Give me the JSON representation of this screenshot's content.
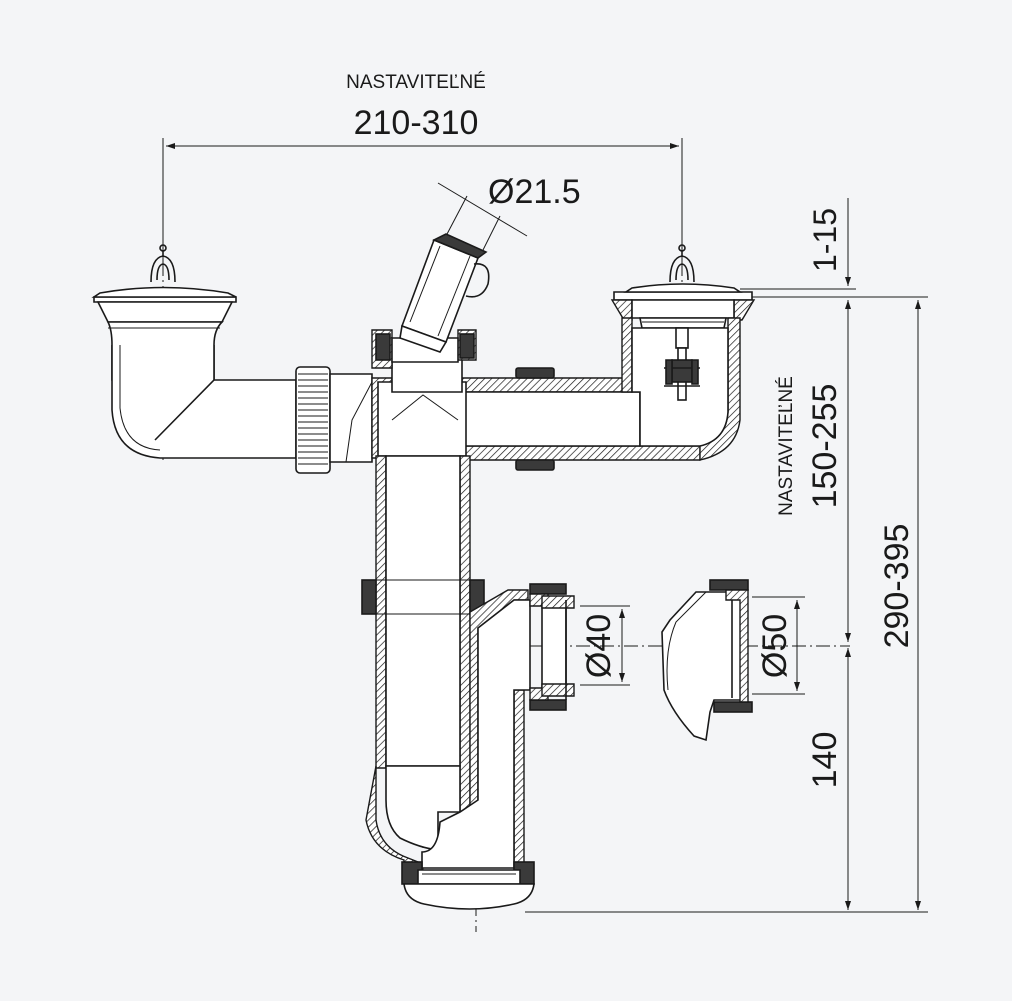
{
  "dimensions": {
    "top_label": "NASTAVITEĽNÉ",
    "top_value": "210-310",
    "diameter_inlet": "Ø21.5",
    "right_small": "1-15",
    "right_side_label": "NASTAVITEĽNÉ",
    "right_upper": "150-255",
    "right_total": "290-395",
    "right_lower": "140",
    "diameter_outlet_40": "Ø40",
    "diameter_outlet_50": "Ø50"
  }
}
